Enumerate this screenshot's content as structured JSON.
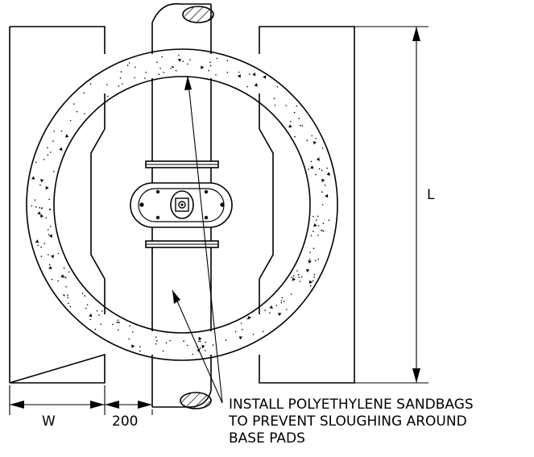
{
  "labels": {
    "dim_length": "L",
    "dim_width": "W",
    "dim_offset": "200",
    "note_line1": "INSTALL POLYETHYLENE SANDBAGS",
    "note_line2": "TO PREVENT SLOUGHING AROUND",
    "note_line3": "BASE PADS"
  },
  "colors": {
    "ink": "#000000",
    "background": "#ffffff"
  }
}
